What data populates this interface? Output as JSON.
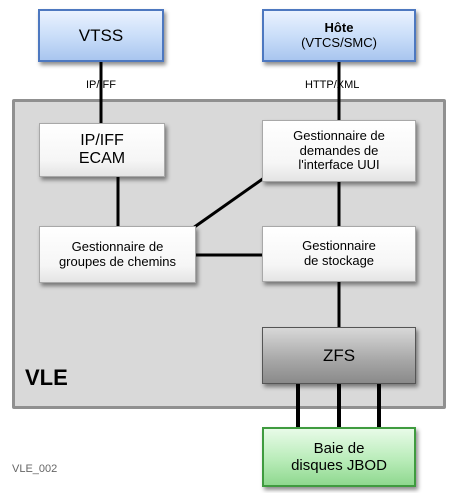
{
  "nodes": {
    "vtss": "VTSS",
    "hote": {
      "line1": "Hôte",
      "line2": "(VTCS/SMC)"
    },
    "ecam": {
      "line1": "IP/IFF",
      "line2": "ECAM"
    },
    "uui": {
      "line1": "Gestionnaire de",
      "line2": "demandes de",
      "line3": "l'interface UUI"
    },
    "path_group_manager": {
      "line1": "Gestionnaire de",
      "line2": "groupes de chemins"
    },
    "storage_manager": {
      "line1": "Gestionnaire",
      "line2": "de stockage"
    },
    "zfs": "ZFS",
    "jbod": {
      "line1": "Baie de",
      "line2": "disques JBOD"
    }
  },
  "connection_labels": {
    "vtss_link": "IP/IFF",
    "host_link": "HTTP/XML"
  },
  "container_label": "VLE",
  "figure_id": "VLE_002"
}
